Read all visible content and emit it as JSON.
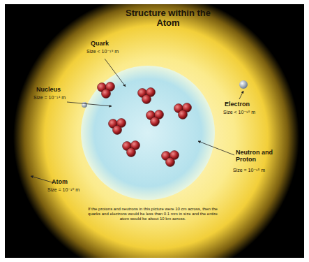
{
  "diagram": {
    "title": "Structure within the Atom",
    "labels": [
      "Quark",
      "Size < 10⁻¹⁹ m",
      "Nucleus",
      "Size = 10⁻¹⁴ m",
      "Electron",
      "Size < 10⁻¹⁸ m",
      "Neutron and Proton",
      "Size = 10⁻¹⁵ m",
      "Atom",
      "Size = 10⁻¹⁰ m",
      "If the protons and neutrons in this picture were 10 cm across, then the quarks and electrons would be less than 0.1 mm in size and the entire atom would be about 10 km across."
    ]
  }
}
